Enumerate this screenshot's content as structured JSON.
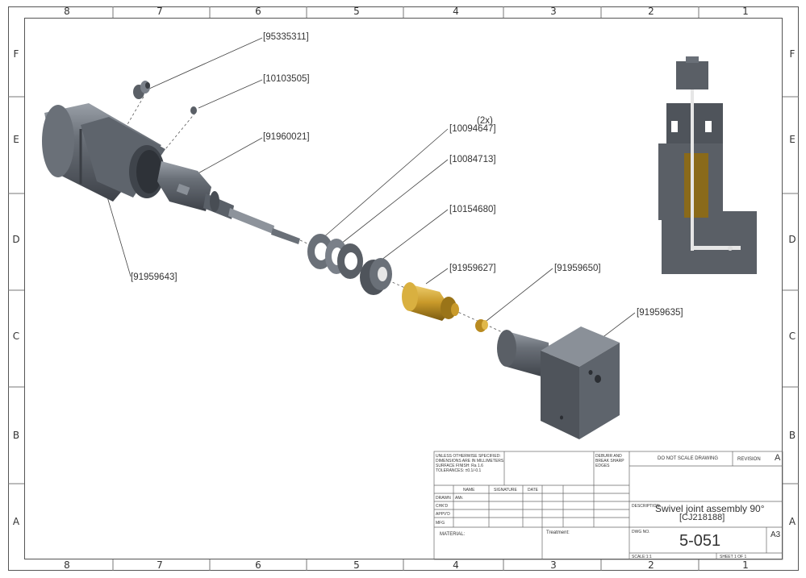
{
  "zones": {
    "columns": [
      "8",
      "7",
      "6",
      "5",
      "4",
      "3",
      "2",
      "1"
    ],
    "rows": [
      "F",
      "E",
      "D",
      "C",
      "B",
      "A"
    ]
  },
  "callouts": {
    "c1": "[95335311]",
    "c2": "[10103505]",
    "c3": "[91960021]",
    "c4_qty": "(2x)",
    "c4": "[10094647]",
    "c5": "[10084713]",
    "c6": "[10154680]",
    "c7": "[91959627]",
    "c8": "[91959650]",
    "c9": "[91959635]",
    "c10": "[91959643]"
  },
  "title_block": {
    "notes": [
      "UNLESS OTHERWISE SPECIFIED:",
      "DIMENSIONS ARE IN MILLIMETERS",
      "SURFACE FINISH: Ra 1.6",
      "TOLERANCES: ±0.1/-0.1"
    ],
    "deburr": [
      "DEBURR AND",
      "BREAK SHARP",
      "EDGES"
    ],
    "do_not_scale": "DO NOT SCALE DRAWING",
    "revision_label": "REVISION",
    "revision_value": "A",
    "col_name": "NAME",
    "col_signature": "SIGNATURE",
    "col_date": "DATE",
    "row_drawn": "DRAWN",
    "row_chkd": "CHK'D",
    "row_appvd": "APPV'D",
    "row_mfg": "MFG",
    "drawn_name": "AMr.",
    "description_label": "DESCRIPTION:",
    "description_line1": "Swivel joint assembly 90°",
    "description_line2": "[CJ218188]",
    "material_label": "MATERIAL:",
    "treatment_label": "Treatment:",
    "dwg_no_label": "DWG NO.",
    "dwg_no": "5-051",
    "size": "A3",
    "scale": "SCALE:1:1",
    "sheet": "SHEET 1 OF 1"
  },
  "colors": {
    "frame": "#555555",
    "steel_dark": "#4f545b",
    "steel_mid": "#7a8089",
    "steel_light": "#b4b9c0",
    "brass": "#c79a2c",
    "brass_light": "#e8c560",
    "section_fill": "#5a5f66"
  }
}
